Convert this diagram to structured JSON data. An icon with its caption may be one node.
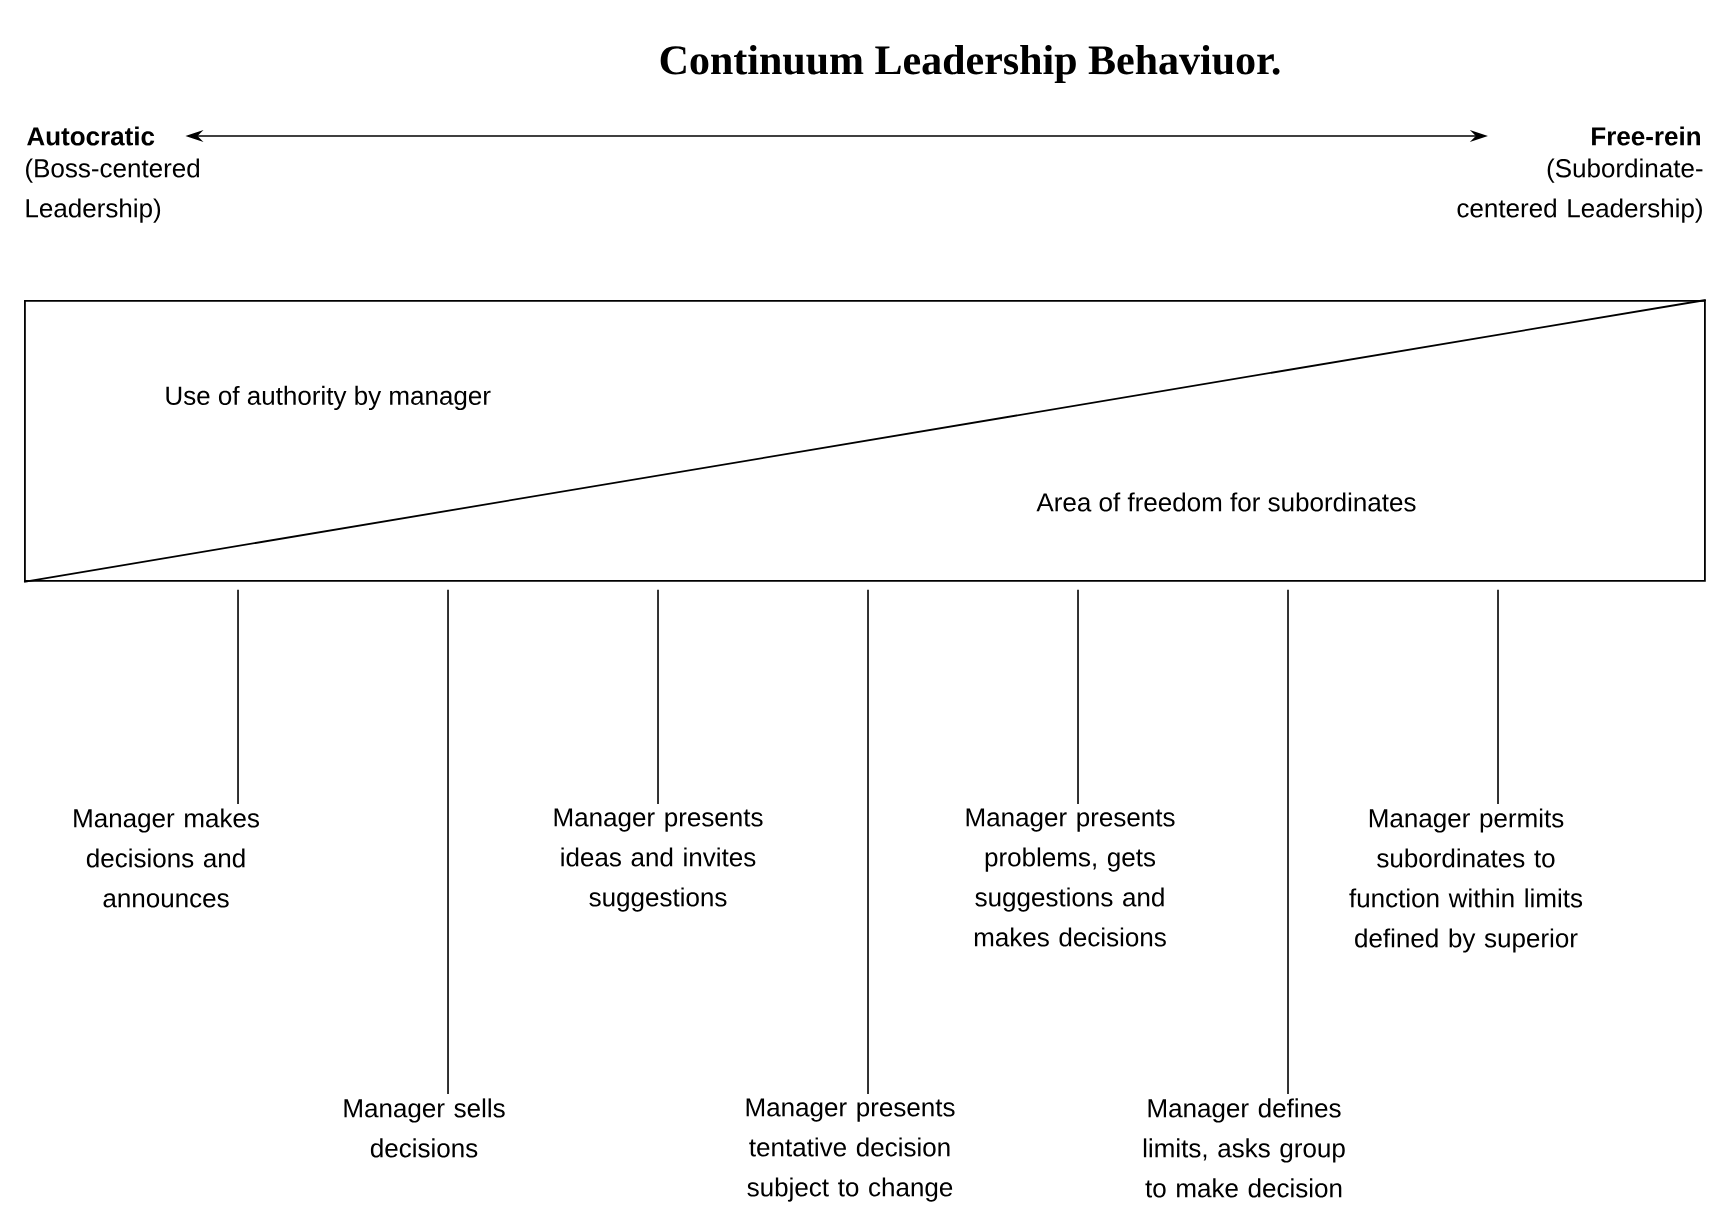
{
  "diagram": {
    "title": "Continuum Leadership Behaviuor.",
    "nodes": [
      {
        "text": [
          "Autocratic"
        ],
        "beside": [
          "(Boss-centered Leadership)"
        ]
      },
      {
        "text": [
          "Free-rein"
        ],
        "beside": [
          "(Subordinate-centered Leadership)"
        ]
      },
      {
        "text": [
          "Use of authority by manager",
          "Area of freedom for subordinates"
        ]
      },
      {
        "text": [
          "Manager makes decisions and announces"
        ]
      },
      {
        "text": [
          "Manager sells decisions"
        ]
      },
      {
        "text": [
          "Manager presents ideas and invites suggestions"
        ]
      },
      {
        "text": [
          "Manager presents tentative decision subject to change"
        ]
      },
      {
        "text": [
          "Manager presents problems, gets suggestions and makes decisions"
        ]
      },
      {
        "text": [
          "Manager defines limits, asks group to make decision"
        ]
      },
      {
        "text": [
          "Manager permits subordinates to function within limits defined by superior"
        ]
      }
    ],
    "edges": [
      {
        "from": 0,
        "to": 1,
        "arrow": "both"
      },
      {
        "from": 2,
        "to": 3,
        "arrow": "none"
      },
      {
        "from": 2,
        "to": 4,
        "arrow": "none"
      },
      {
        "from": 2,
        "to": 5,
        "arrow": "none"
      },
      {
        "from": 2,
        "to": 6,
        "arrow": "none"
      },
      {
        "from": 2,
        "to": 7,
        "arrow": "none"
      },
      {
        "from": 2,
        "to": 8,
        "arrow": "none"
      },
      {
        "from": 2,
        "to": 9,
        "arrow": "none"
      }
    ]
  }
}
